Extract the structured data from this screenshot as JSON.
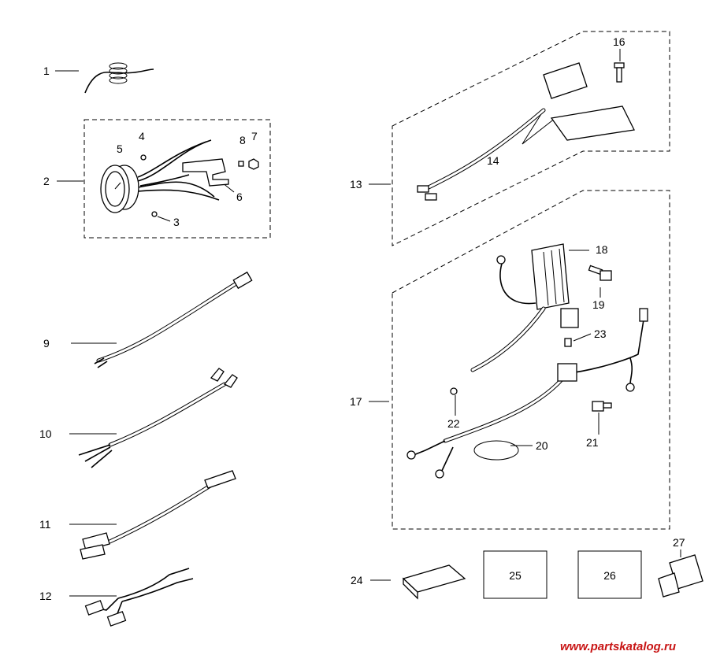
{
  "callouts": {
    "n1": "1",
    "n2": "2",
    "n3": "3",
    "n4": "4",
    "n5": "5",
    "n6": "6",
    "n7": "7",
    "n8": "8",
    "n9": "9",
    "n10": "10",
    "n11": "11",
    "n12": "12",
    "n13": "13",
    "n14": "14",
    "n16": "16",
    "n17": "17",
    "n18": "18",
    "n19": "19",
    "n20": "20",
    "n21": "21",
    "n22": "22",
    "n23": "23",
    "n24": "24",
    "n25": "25",
    "n26": "26",
    "n27": "27"
  },
  "watermark": "www.partskatalog.ru",
  "colors": {
    "line": "#000000",
    "watermark": "#c81414",
    "background": "#ffffff"
  }
}
